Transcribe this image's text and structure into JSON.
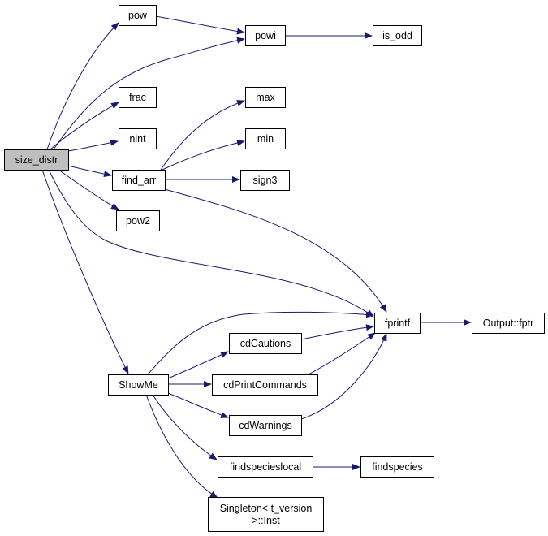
{
  "graph": {
    "edge_color": "#191970",
    "nodes": [
      {
        "id": "size_distr",
        "label": "size_distr",
        "root": true
      },
      {
        "id": "pow",
        "label": "pow"
      },
      {
        "id": "powi",
        "label": "powi"
      },
      {
        "id": "is_odd",
        "label": "is_odd"
      },
      {
        "id": "frac",
        "label": "frac"
      },
      {
        "id": "nint",
        "label": "nint"
      },
      {
        "id": "find_arr",
        "label": "find_arr"
      },
      {
        "id": "max",
        "label": "max"
      },
      {
        "id": "min",
        "label": "min"
      },
      {
        "id": "sign3",
        "label": "sign3"
      },
      {
        "id": "pow2",
        "label": "pow2"
      },
      {
        "id": "fprintf",
        "label": "fprintf"
      },
      {
        "id": "output_fptr",
        "label": "Output::fptr"
      },
      {
        "id": "ShowMe",
        "label": "ShowMe"
      },
      {
        "id": "cdCautions",
        "label": "cdCautions"
      },
      {
        "id": "cdPrintCommands",
        "label": "cdPrintCommands"
      },
      {
        "id": "cdWarnings",
        "label": "cdWarnings"
      },
      {
        "id": "findspecieslocal",
        "label": "findspecieslocal"
      },
      {
        "id": "findspecies",
        "label": "findspecies"
      },
      {
        "id": "singleton_inst",
        "label": "Singleton< t_version\n>::Inst"
      }
    ],
    "edges": [
      {
        "from": "size_distr",
        "to": "pow"
      },
      {
        "from": "size_distr",
        "to": "powi"
      },
      {
        "from": "pow",
        "to": "powi"
      },
      {
        "from": "powi",
        "to": "is_odd"
      },
      {
        "from": "size_distr",
        "to": "frac"
      },
      {
        "from": "size_distr",
        "to": "nint"
      },
      {
        "from": "size_distr",
        "to": "find_arr"
      },
      {
        "from": "size_distr",
        "to": "pow2"
      },
      {
        "from": "size_distr",
        "to": "fprintf"
      },
      {
        "from": "size_distr",
        "to": "ShowMe"
      },
      {
        "from": "find_arr",
        "to": "max"
      },
      {
        "from": "find_arr",
        "to": "min"
      },
      {
        "from": "find_arr",
        "to": "sign3"
      },
      {
        "from": "find_arr",
        "to": "fprintf"
      },
      {
        "from": "fprintf",
        "to": "output_fptr"
      },
      {
        "from": "ShowMe",
        "to": "fprintf"
      },
      {
        "from": "ShowMe",
        "to": "cdCautions"
      },
      {
        "from": "ShowMe",
        "to": "cdPrintCommands"
      },
      {
        "from": "ShowMe",
        "to": "cdWarnings"
      },
      {
        "from": "ShowMe",
        "to": "findspecieslocal"
      },
      {
        "from": "ShowMe",
        "to": "singleton_inst"
      },
      {
        "from": "cdCautions",
        "to": "fprintf"
      },
      {
        "from": "cdPrintCommands",
        "to": "fprintf"
      },
      {
        "from": "cdWarnings",
        "to": "fprintf"
      },
      {
        "from": "findspecieslocal",
        "to": "findspecies"
      }
    ]
  }
}
